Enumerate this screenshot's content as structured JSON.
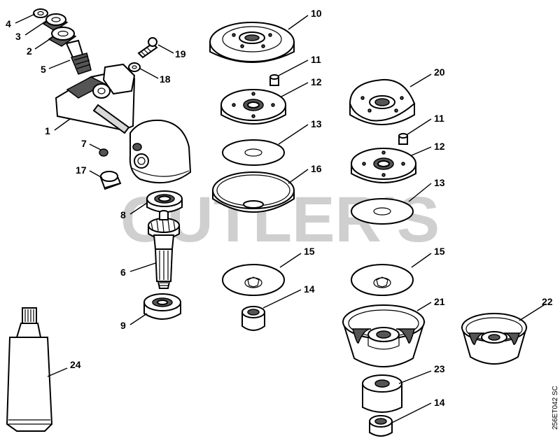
{
  "watermark": "CUTLER'S",
  "drawing_code": "256ET042 SC",
  "callouts": [
    {
      "id": "p4",
      "label": "4"
    },
    {
      "id": "p3",
      "label": "3"
    },
    {
      "id": "p2",
      "label": "2"
    },
    {
      "id": "p5",
      "label": "5"
    },
    {
      "id": "p1",
      "label": "1"
    },
    {
      "id": "p19",
      "label": "19"
    },
    {
      "id": "p18",
      "label": "18"
    },
    {
      "id": "p7",
      "label": "7"
    },
    {
      "id": "p17",
      "label": "17"
    },
    {
      "id": "p8",
      "label": "8"
    },
    {
      "id": "p6",
      "label": "6"
    },
    {
      "id": "p9",
      "label": "9"
    },
    {
      "id": "p10",
      "label": "10"
    },
    {
      "id": "p11a",
      "label": "11"
    },
    {
      "id": "p12a",
      "label": "12"
    },
    {
      "id": "p13a",
      "label": "13"
    },
    {
      "id": "p16",
      "label": "16"
    },
    {
      "id": "p15a",
      "label": "15"
    },
    {
      "id": "p14a",
      "label": "14"
    },
    {
      "id": "p20",
      "label": "20"
    },
    {
      "id": "p11b",
      "label": "11"
    },
    {
      "id": "p12b",
      "label": "12"
    },
    {
      "id": "p13b",
      "label": "13"
    },
    {
      "id": "p15b",
      "label": "15"
    },
    {
      "id": "p21",
      "label": "21"
    },
    {
      "id": "p22",
      "label": "22"
    },
    {
      "id": "p23",
      "label": "23"
    },
    {
      "id": "p14b",
      "label": "14"
    },
    {
      "id": "p24",
      "label": "24"
    }
  ]
}
